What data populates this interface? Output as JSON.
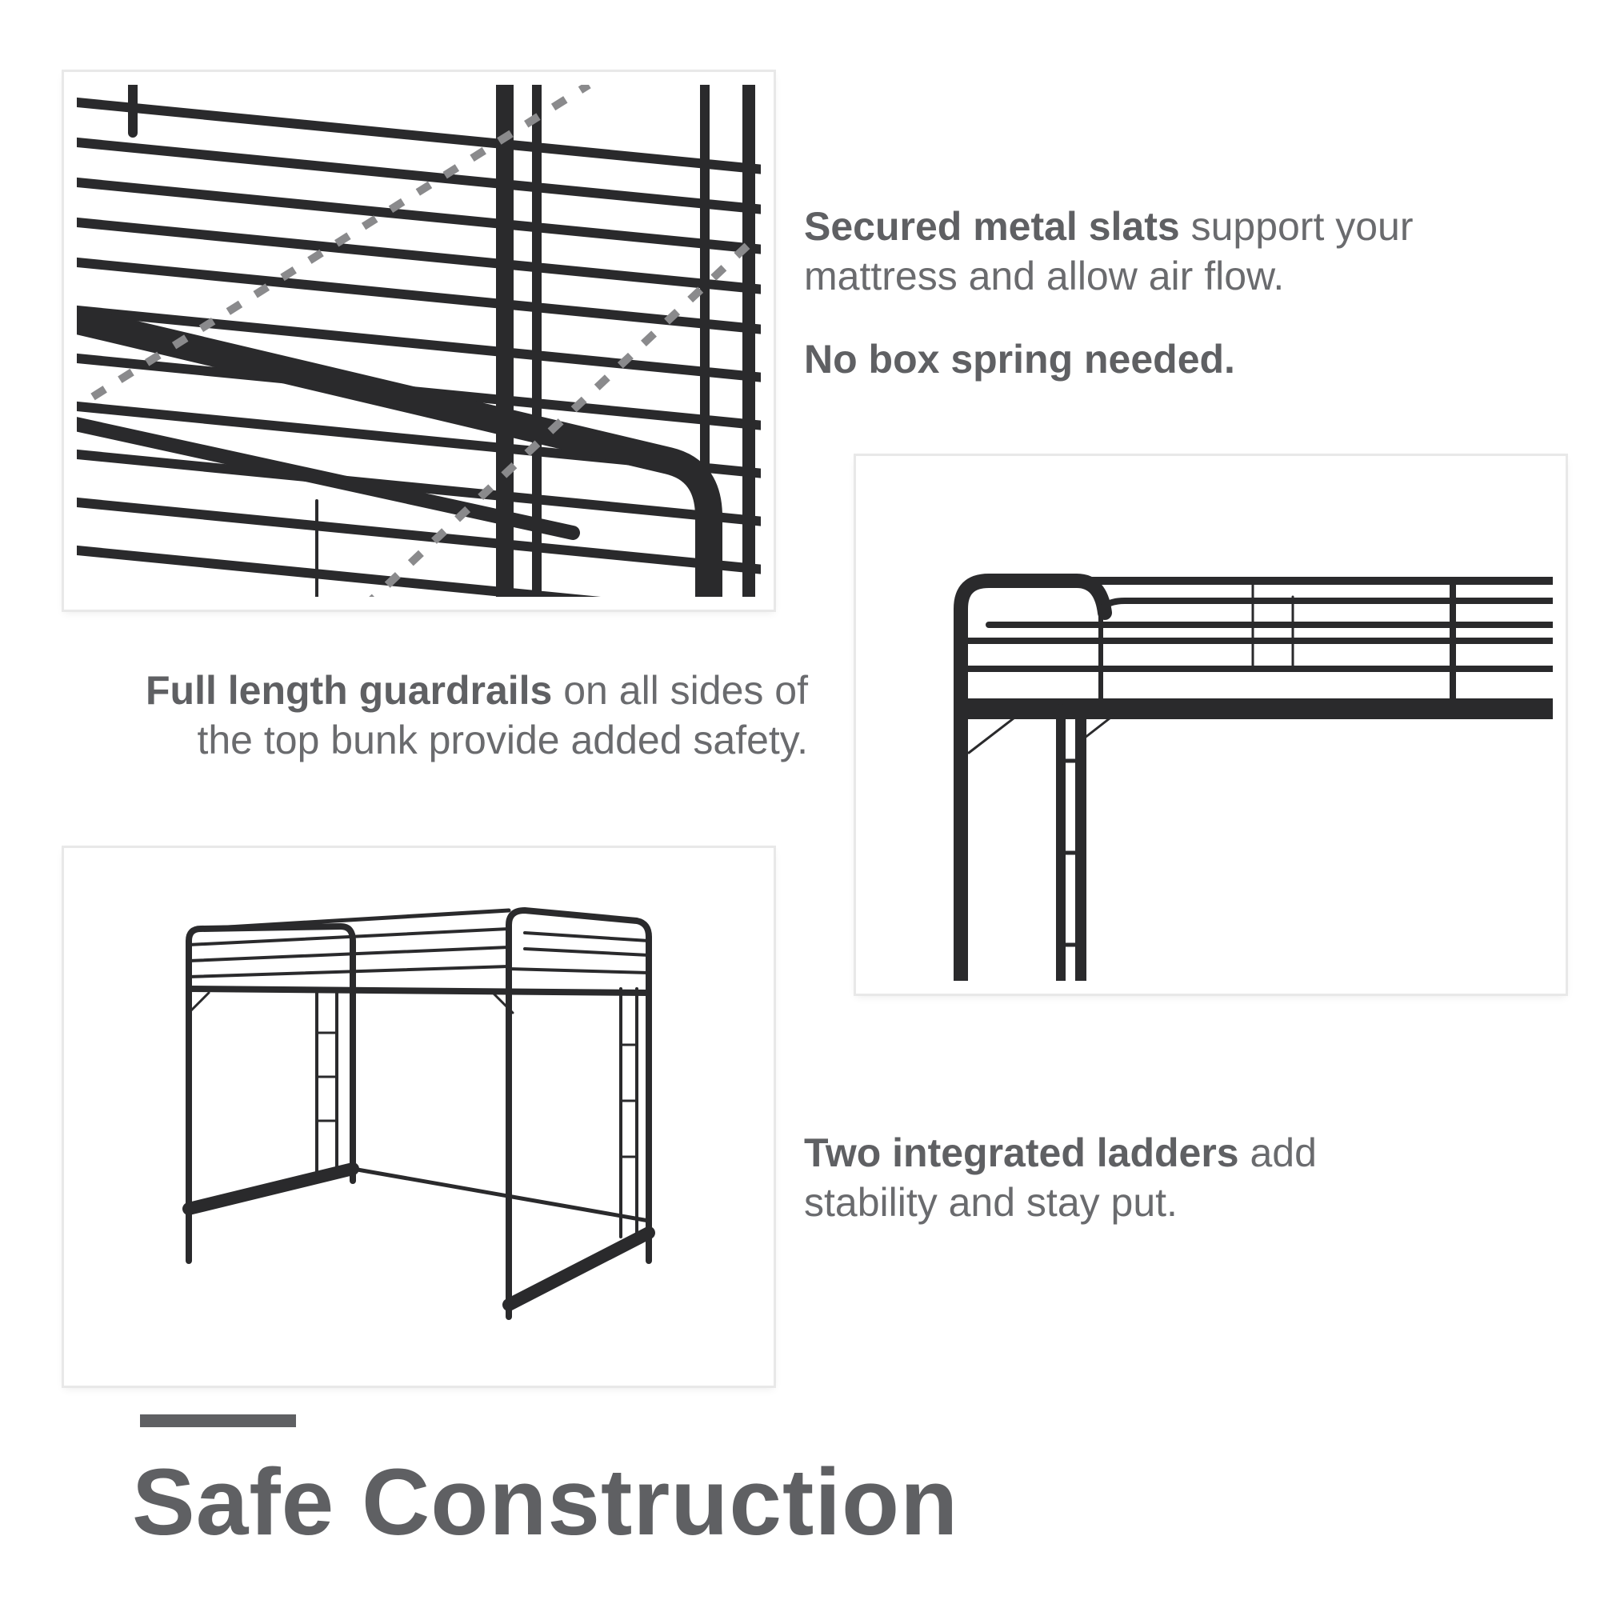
{
  "captions": {
    "slats": {
      "bold": "Secured metal slats",
      "rest": " support your mattress and allow air flow."
    },
    "no_box_spring": "No box spring needed.",
    "guardrails": {
      "bold": "Full length guardrails",
      "rest": " on all sides of the top bunk provide added safety."
    },
    "ladders": {
      "bold": "Two integrated ladders",
      "rest": " add stability and stay put."
    }
  },
  "title": "Safe Construction",
  "colors": {
    "text": "#5f6063",
    "frame_metal": "#2a2a2c",
    "strap": "#8a8a8c",
    "frame_border": "#e8e8e8"
  },
  "images": [
    {
      "name": "slats-closeup-photo",
      "subject": "metal slats with connecting straps"
    },
    {
      "name": "guardrail-closeup-photo",
      "subject": "top bunk guardrail and ladder"
    },
    {
      "name": "loft-bed-photo",
      "subject": "full metal loft bed with two ladders"
    }
  ]
}
